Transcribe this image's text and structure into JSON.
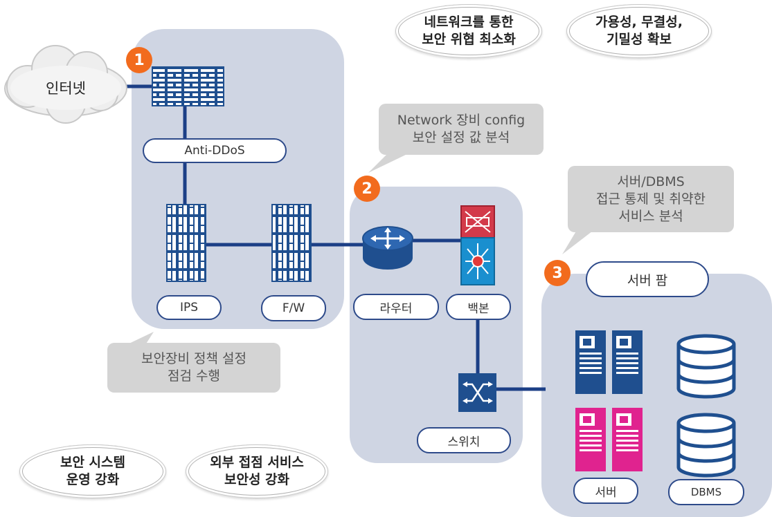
{
  "cloud": {
    "label": "인터넷"
  },
  "zones": {
    "perimeter": {
      "badge": "1",
      "labels": {
        "antiddos": "Anti-DDoS",
        "ips": "IPS",
        "fw": "F/W"
      },
      "note": "보안장비 정책 설정\n점검 수행"
    },
    "network": {
      "badge": "2",
      "labels": {
        "router": "라우터",
        "backbone": "백본",
        "switch": "스위치"
      },
      "note": "Network 장비 config\n보안 설정 값 분석"
    },
    "server_farm": {
      "badge": "3",
      "labels": {
        "title": "서버 팜",
        "server": "서버",
        "dbms": "DBMS"
      },
      "note": "서버/DBMS\n접근 통제 및 취약한\n서비스 분석"
    }
  },
  "goals": [
    "네트워크를 통한\n보안 위협 최소화",
    "가용성, 무결성,\n기밀성 확보",
    "보안 시스템\n운영 강화",
    "외부 접점 서비스\n보안성 강화"
  ],
  "colors": {
    "zone": "#cfd5e3",
    "link": "#1c3f86",
    "device_blue": "#1f4f8f",
    "device_pink": "#e0238f",
    "badge": "#f26b1d",
    "note": "#d4d4d4"
  }
}
